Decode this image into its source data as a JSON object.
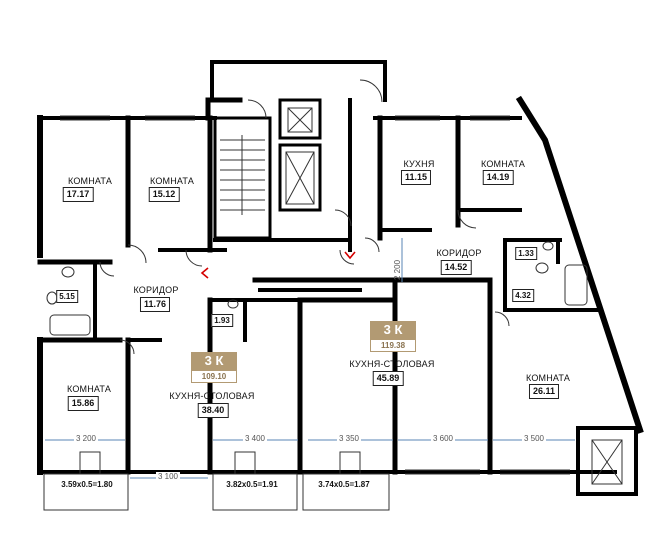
{
  "apartments": [
    {
      "code": "3 К",
      "total": "109.10"
    },
    {
      "code": "3 К",
      "total": "119.38"
    }
  ],
  "rooms": [
    {
      "name": "КОМНАТА",
      "area": "17.17"
    },
    {
      "name": "КОМНАТА",
      "area": "15.12"
    },
    {
      "name": "КУХНЯ",
      "area": "11.15"
    },
    {
      "name": "КОМНАТА",
      "area": "14.19"
    },
    {
      "name": "КОРИДОР",
      "area": "14.52"
    },
    {
      "name": "КОРИДОР",
      "area": "11.76"
    },
    {
      "name": "КОМНАТА",
      "area": "15.86"
    },
    {
      "name": "КУХНЯ-СТОЛОВАЯ",
      "area": "38.40"
    },
    {
      "name": "КУХНЯ-СТОЛОВАЯ",
      "area": "45.89"
    },
    {
      "name": "КОМНАТА",
      "area": "26.11"
    }
  ],
  "wet_rooms": [
    "5.15",
    "1.93",
    "1.33",
    "4.32"
  ],
  "balconies": [
    "3.59x0.5=1.80",
    "3.82x0.5=1.91",
    "3.74x0.5=1.87"
  ],
  "dimensions": [
    "3 200",
    "3 100",
    "3 400",
    "3 350",
    "3 600",
    "3 500"
  ],
  "vertical_dimension": "2 200"
}
